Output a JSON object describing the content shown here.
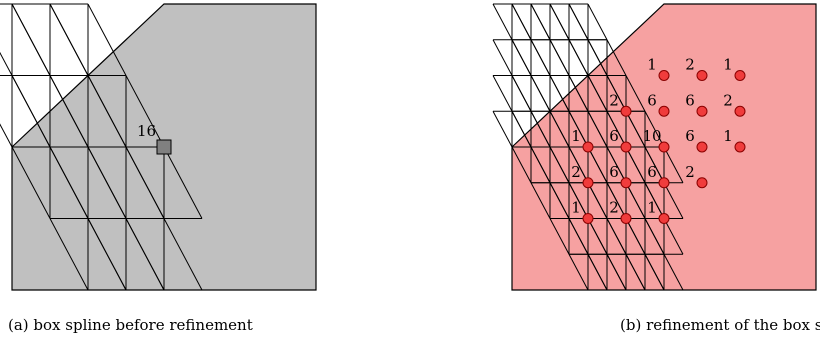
{
  "panel_a": {
    "center_label": "16",
    "caption": "(a) box spline before refinement",
    "fill_color": "#c0c0c0",
    "node_color": "#808080"
  },
  "panel_b": {
    "caption": "(b) refinement of the box spline",
    "fill_color": "#f6a1a1",
    "node_color": "#f03c3c",
    "weights": [
      [
        1,
        2,
        1
      ],
      [
        2,
        6,
        6,
        2
      ],
      [
        1,
        6,
        10,
        6,
        1
      ],
      [
        2,
        6,
        6,
        2
      ],
      [
        1,
        2,
        1
      ]
    ]
  }
}
